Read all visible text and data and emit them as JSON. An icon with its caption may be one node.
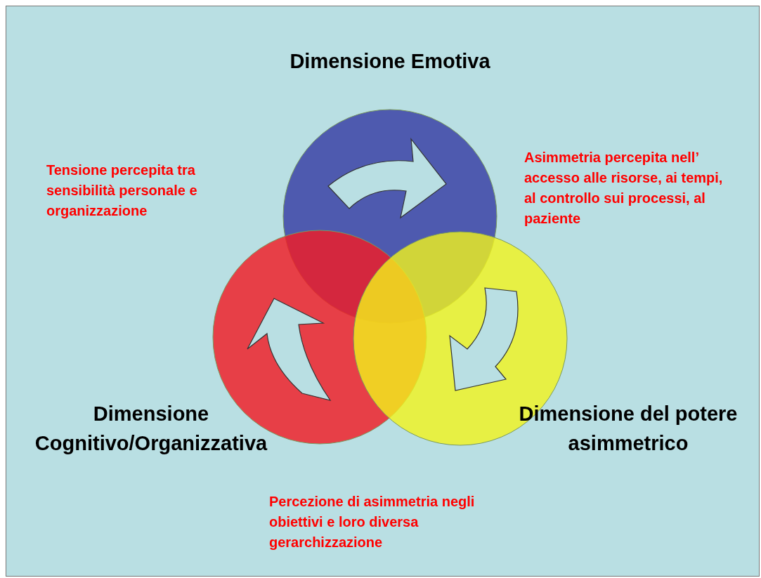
{
  "diagram": {
    "nodes": [
      {
        "text": [
          "Dimensione Emotiva"
        ]
      },
      {
        "text": [
          "Dimensione Cognitivo/Organizzativa"
        ]
      },
      {
        "text": [
          "Dimensione del potere asimmetrico"
        ]
      }
    ],
    "edges": [
      {
        "from": 0,
        "to": 2,
        "arrow": "to"
      },
      {
        "from": 2,
        "to": 1,
        "arrow": "to"
      },
      {
        "from": 1,
        "to": 0,
        "arrow": "to"
      }
    ],
    "labels": [
      "Tensione percepita tra sensibilità personale e organizzazione",
      "Asimmetria percepita nell’ accesso alle risorse, ai tempi, al controllo sui processi, al paziente",
      "Percezione di asimmetria negli obiettivi e loro diversa gerarchizzazione"
    ]
  }
}
